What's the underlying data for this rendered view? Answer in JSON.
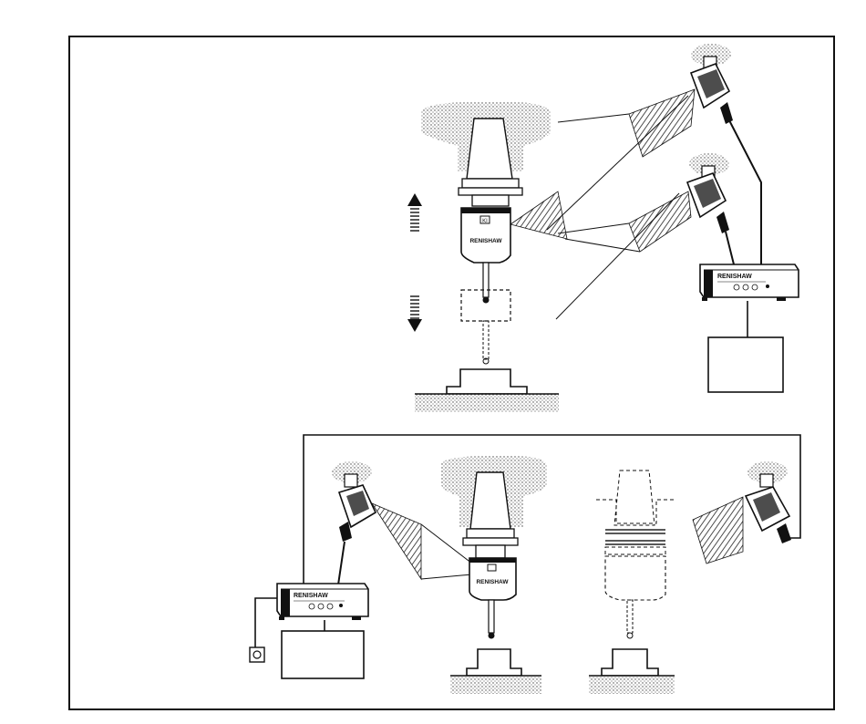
{
  "labels": {
    "probe_top": "RENISHAW",
    "probe_bottom": "RENISHAW",
    "interface_top": "RENISHAW",
    "interface_bottom": "RENISHAW",
    "ki_mark": "KI"
  },
  "colors": {
    "line": "#111111",
    "hatch": "#333333",
    "background": "#ffffff"
  },
  "icons": [
    "arrow-up-icon",
    "arrow-down-icon",
    "power-socket-icon"
  ]
}
